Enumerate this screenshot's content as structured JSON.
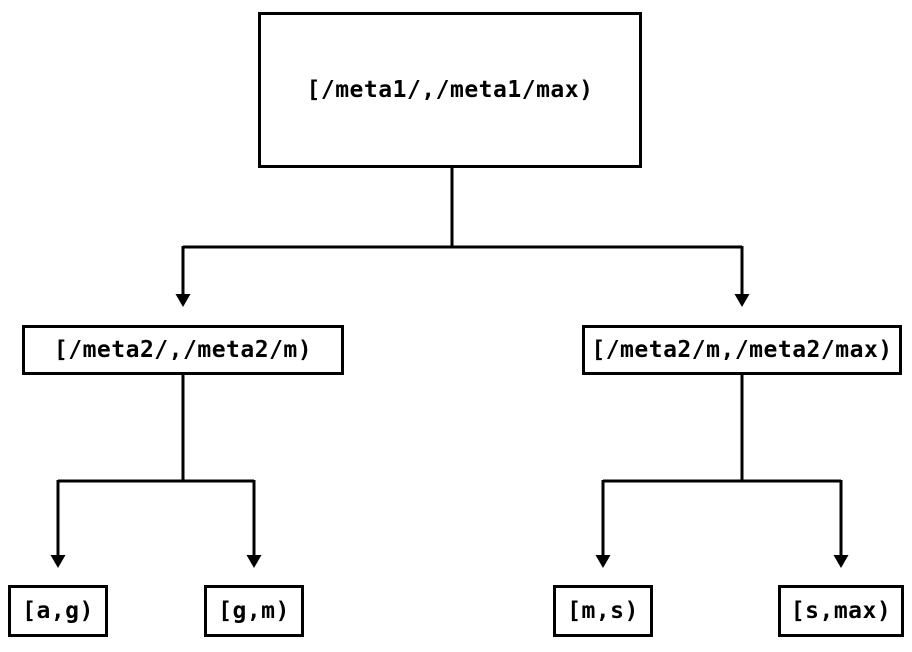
{
  "diagram": {
    "type": "tree",
    "background_color": "#ffffff",
    "line_color": "#000000",
    "text_color": "#000000",
    "nodes": {
      "root": {
        "label": "[/meta1/,/meta1/max)",
        "level": 0
      },
      "left": {
        "label": "[/meta2/,/meta2/m)",
        "level": 1,
        "parent": "root"
      },
      "right": {
        "label": "[/meta2/m,/meta2/max)",
        "level": 1,
        "parent": "root"
      },
      "ag": {
        "label": "[a,g)",
        "level": 2,
        "parent": "left"
      },
      "gm": {
        "label": "[g,m)",
        "level": 2,
        "parent": "left"
      },
      "ms": {
        "label": "[m,s)",
        "level": 2,
        "parent": "right"
      },
      "smax": {
        "label": "[s,max)",
        "level": 2,
        "parent": "right"
      }
    }
  }
}
